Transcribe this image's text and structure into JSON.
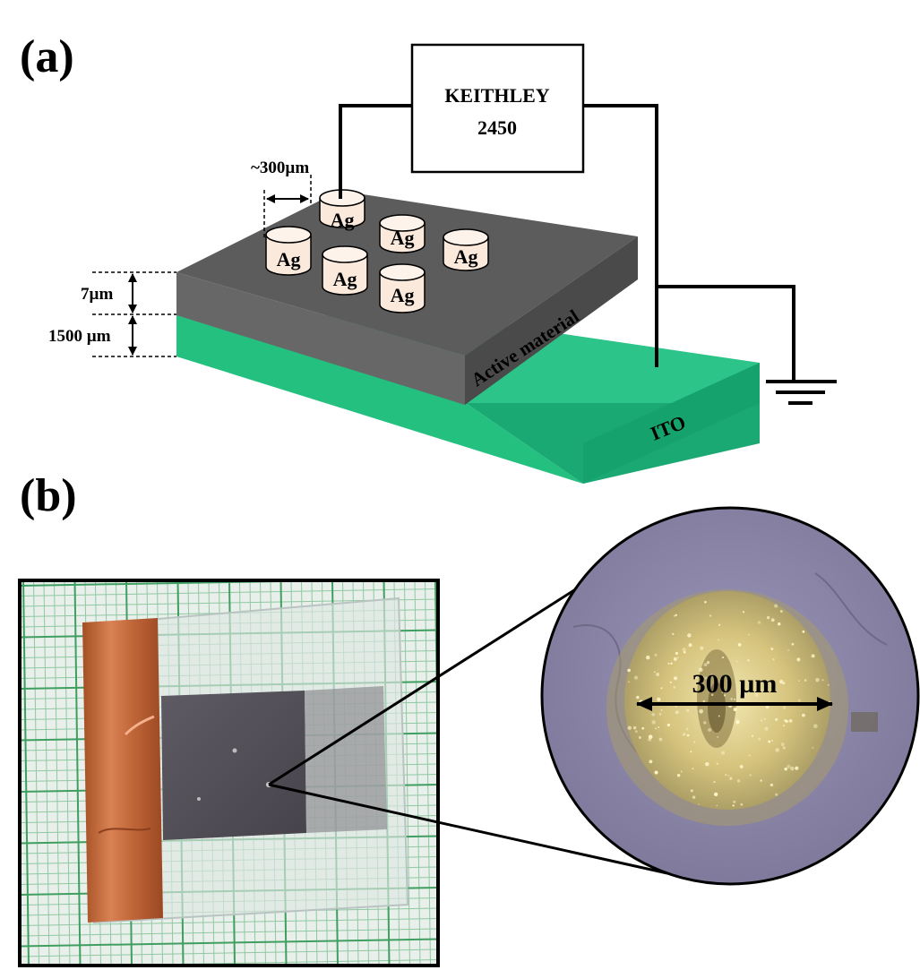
{
  "panel_a": {
    "label": "(a)",
    "instrument": {
      "line1": "KEITHLEY",
      "line2": "2450"
    },
    "electrode_label": "Ag",
    "spacing_label": "~300µm",
    "active_thickness_label": "7µm",
    "substrate_thickness_label": "1500 µm",
    "active_layer_label": "Active material",
    "substrate_label": "ITO",
    "colors": {
      "active_top": "#5c5c5c",
      "active_front": "#676767",
      "active_side": "#4a4a4a",
      "ito_top": "#2cc488",
      "ito_front": "#23c080",
      "ito_side": "#1aa873",
      "electrode_fill": "#fbe9dc",
      "wire": "#000000"
    }
  },
  "panel_b": {
    "label": "(b)",
    "scale_label": "300 µm",
    "colors": {
      "grid_paper": "#e9efea",
      "grid_line": "#49a86a",
      "copper": "#c0683a",
      "device": "#55525a",
      "micrograph_bg": "#8d88ad",
      "silver_spot": "#d8c98a"
    }
  }
}
